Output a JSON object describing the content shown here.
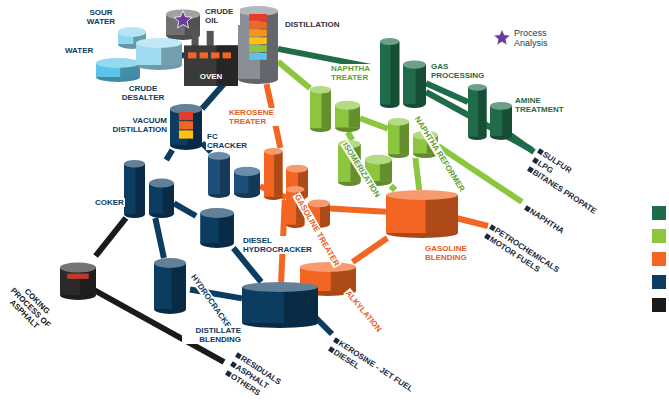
{
  "diagram": {
    "nodes": [
      {
        "text": [
          "SOUR WATER"
        ]
      },
      {
        "text": [
          "CRUDE OIL"
        ]
      },
      {
        "text": [
          "DISTILLATION"
        ]
      },
      {
        "text": [
          "WATER"
        ]
      },
      {
        "text": [
          "CRUDE DESALTER"
        ]
      },
      {
        "text": [
          "OVEN"
        ]
      },
      {
        "text": [
          "GAS PROCESSING"
        ]
      },
      {
        "text": [
          "AMINE TREATMENT"
        ]
      },
      {
        "text": [
          "NAPHTHA TREATER"
        ]
      },
      {
        "text": [
          "KEROSENE TREATER"
        ]
      },
      {
        "text": [
          "VACUUM DISTILLATION"
        ]
      },
      {
        "text": [
          "FC CRACKER"
        ]
      },
      {
        "text": [
          "ISOMERIZATION"
        ]
      },
      {
        "text": [
          "NAPHTHA REFORMER"
        ]
      },
      {
        "text": [
          "COKER"
        ]
      },
      {
        "text": [
          "DIESEL HYDROCRACKER"
        ]
      },
      {
        "text": [
          "GASOLINE TREATER"
        ]
      },
      {
        "text": [
          "GASOLINE BLENDING"
        ]
      },
      {
        "text": [
          "ALKYLATION"
        ]
      },
      {
        "text": [
          "HYDROCRACKER"
        ]
      },
      {
        "text": [
          "DISTILLATE BLENDING"
        ]
      },
      {
        "text": [
          "COKING PROCESS OF ASPHALT"
        ]
      }
    ],
    "edges": [
      {
        "from": 1,
        "to": 4,
        "arrow": "none"
      },
      {
        "from": 3,
        "to": 4,
        "arrow": "none"
      },
      {
        "from": 0,
        "to": 4,
        "arrow": "none"
      },
      {
        "from": 4,
        "to": 5,
        "arrow": "none"
      },
      {
        "from": 5,
        "to": 2,
        "arrow": "none"
      },
      {
        "from": 2,
        "to": 6,
        "arrow": "none"
      },
      {
        "from": 6,
        "to": 7,
        "arrow": "none"
      },
      {
        "from": 2,
        "to": 8,
        "arrow": "none"
      },
      {
        "from": 2,
        "to": 9,
        "arrow": "none"
      },
      {
        "from": 2,
        "to": 10,
        "arrow": "none"
      },
      {
        "from": 10,
        "to": 11,
        "arrow": "none"
      },
      {
        "from": 10,
        "to": 14,
        "arrow": "none"
      },
      {
        "from": 8,
        "to": 12,
        "arrow": "none"
      },
      {
        "from": 8,
        "to": 13,
        "arrow": "none"
      },
      {
        "from": 9,
        "to": 20,
        "arrow": "none"
      },
      {
        "from": 11,
        "to": 16,
        "arrow": "none"
      },
      {
        "from": 16,
        "to": 17,
        "arrow": "none"
      },
      {
        "from": 12,
        "to": 17,
        "arrow": "none"
      },
      {
        "from": 13,
        "to": 17,
        "arrow": "none"
      },
      {
        "from": 18,
        "to": 17,
        "arrow": "none"
      },
      {
        "from": 14,
        "to": 15,
        "arrow": "none"
      },
      {
        "from": 14,
        "to": 19,
        "arrow": "none"
      },
      {
        "from": 15,
        "to": 20,
        "arrow": "none"
      },
      {
        "from": 19,
        "to": 20,
        "arrow": "none"
      },
      {
        "from": 14,
        "to": 21,
        "arrow": "none"
      }
    ],
    "labels": [
      "SULFUR",
      "LPG",
      "BITANES PROPATE",
      "NAPHTHA",
      "PETROCHEMICALS",
      "MOTOR FUELS",
      "KEROSINE - JET FUEL",
      "DIESEL",
      "RESIDUALS",
      "ASPHALT",
      "OTHERS"
    ],
    "legend": [
      {
        "text": "Process Analysis"
      }
    ]
  }
}
